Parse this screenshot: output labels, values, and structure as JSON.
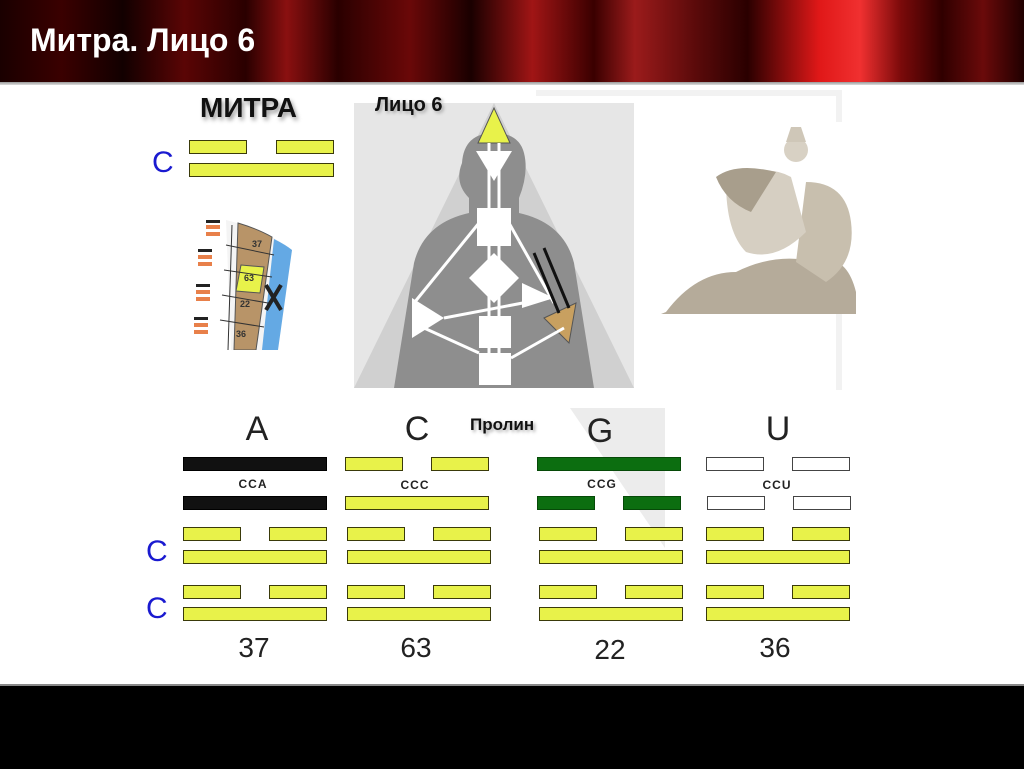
{
  "slide": {
    "title": "Митра. Лицо 6",
    "mitra_heading": "МИТРА",
    "face_label": "Лицо 6",
    "amino_acid_label": "Пролин",
    "c_label": "C"
  },
  "wheel": {
    "gates": [
      "37",
      "63",
      "22",
      "36"
    ],
    "highlighted_gate": "63",
    "colors": {
      "gate_brown": "#b89468",
      "gate_highlight": "#e8f24a",
      "sky_blue": "#4a9be0"
    }
  },
  "columns": [
    {
      "letter": "A",
      "codon": "CCA",
      "gate": "37",
      "top_color": "black",
      "top_lines": [
        "solid",
        "solid"
      ]
    },
    {
      "letter": "C",
      "codon": "CCC",
      "gate": "63",
      "top_color": "yellow",
      "top_lines": [
        "broken",
        "solid"
      ]
    },
    {
      "letter": "G",
      "codon": "CCG",
      "gate": "22",
      "top_color": "green",
      "top_lines": [
        "solid",
        "broken"
      ]
    },
    {
      "letter": "U",
      "codon": "CCU",
      "gate": "36",
      "top_color": "white",
      "top_lines": [
        "broken",
        "broken"
      ]
    }
  ],
  "row_labels": [
    "C",
    "C"
  ],
  "colors": {
    "yellow": "#e8f24a",
    "black": "#111111",
    "green": "#0c6e10",
    "c_blue": "#1a1ad0",
    "header_red": "#a01515",
    "footer": "#000000"
  }
}
